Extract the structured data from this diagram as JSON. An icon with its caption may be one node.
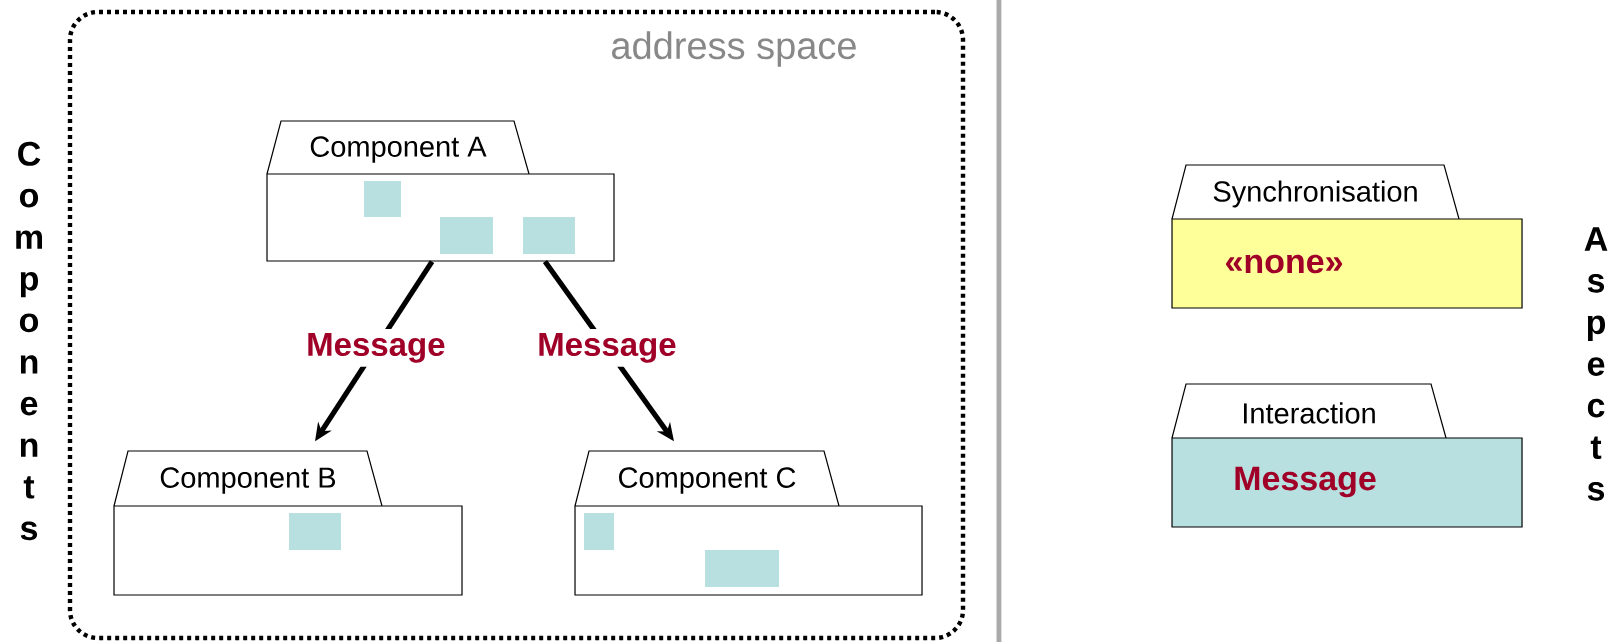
{
  "diagram": {
    "nodes": [
      {
        "text": [
          "address space"
        ]
      },
      {
        "text": [
          "Component A"
        ],
        "in": 0
      },
      {
        "text": [
          "Component B"
        ],
        "in": 0
      },
      {
        "text": [
          "Component C"
        ],
        "in": 0
      },
      {
        "text": [
          "Synchronisation",
          "«none»"
        ]
      },
      {
        "text": [
          "Interaction",
          "Message"
        ]
      }
    ],
    "edges": [
      {
        "from": 1,
        "to": 2,
        "arrow": "to",
        "label": "Message"
      },
      {
        "from": 1,
        "to": 3,
        "arrow": "to",
        "label": "Message"
      }
    ],
    "labels": [
      "Components",
      "Aspects"
    ]
  }
}
